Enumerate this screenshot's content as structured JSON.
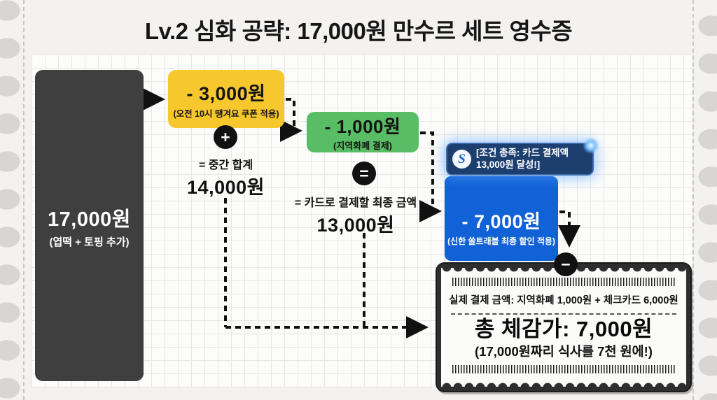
{
  "title": "Lv.2 심화 공략: 17,000원 만수르 세트 영수증",
  "colors": {
    "yellow": "#f7c72e",
    "green": "#58bd64",
    "blue": "#1262d7",
    "navy_tooltip": "#1d3f70",
    "dark_box": "#3f3f3f",
    "glow": "#7cc0ff"
  },
  "flow": {
    "start": {
      "amount": "17,000원",
      "note": "(엽떡 + 토핑 추가)"
    },
    "coupon": {
      "amount": "- 3,000원",
      "note": "(오전 10시 땡겨요 쿠폰 적용)"
    },
    "local_pay": {
      "amount": "- 1,000원",
      "note": "(지역화폐 결제)"
    },
    "card_discount": {
      "amount": "- 7,000원",
      "note": "(신한 쏠트래블 최종 할인 적용)"
    },
    "subtotal": {
      "label": "= 중간 합계",
      "amount": "14,000원"
    },
    "card_total": {
      "label": "= 카드로 결제할 최종 금액",
      "amount": "13,000원"
    },
    "operators": {
      "plus": "+",
      "equals": "=",
      "minus": "−"
    }
  },
  "tooltip": {
    "icon": "shinhan-sol-logo",
    "logo_letter": "S",
    "line1": "[조건 총족: 카드 결제액",
    "line2": "13,000원 달성!]"
  },
  "receipt": {
    "payment_breakdown": "실제 결제 금액: 지역화폐 1,000원 + 체크카드 6,000원",
    "total": "총 체감가: 7,000원",
    "note": "(17,000원짜리 식사를 7천 원에!)"
  }
}
